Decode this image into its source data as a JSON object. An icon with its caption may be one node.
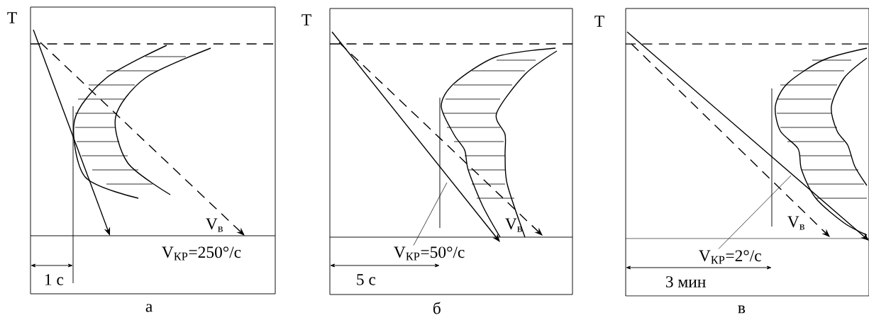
{
  "diagram": {
    "nodes": [
      {
        "text": [
          "V$_{КР}$=50°/с"
        ]
      },
      {
        "text": [
          "V$_{КР}$=2°/с"
        ]
      }
    ],
    "edges": [
      {
        "from": 0,
        "to": null,
        "arrow": "none"
      },
      {
        "from": 1,
        "to": null,
        "arrow": "none"
      }
    ],
    "labels": [
      "T",
      "V$_{в}$",
      "V$_{КР}$=250°/с",
      "1 с",
      "а",
      "T",
      "V$_{в}$",
      "5 с",
      "б",
      "T",
      "V$_{в}$",
      "3 мин",
      "в"
    ]
  }
}
